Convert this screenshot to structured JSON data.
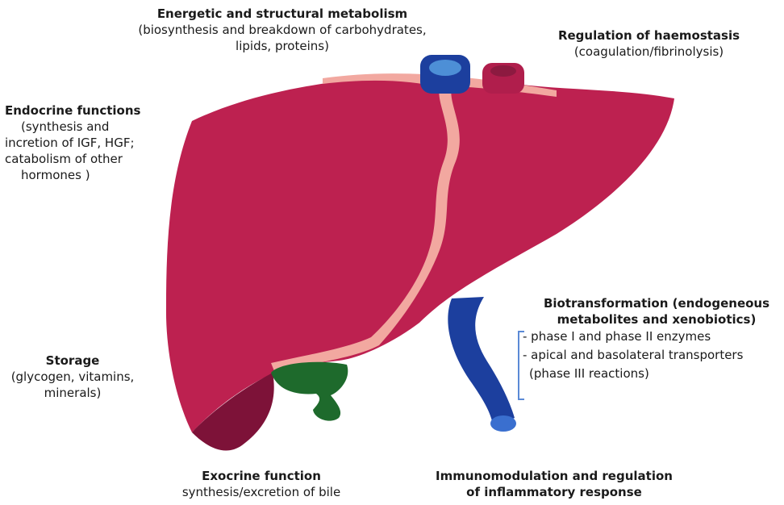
{
  "labels": {
    "energetic": {
      "title": "Energetic and structural metabolism",
      "line1": "(biosynthesis and breakdown of carbohydrates,",
      "line2": "lipids, proteins)"
    },
    "haemostasis": {
      "title": "Regulation of haemostasis",
      "line1": "(coagulation/fibrinolysis)"
    },
    "endocrine": {
      "title": "Endocrine functions",
      "line1": "(synthesis and",
      "line2": "incretion of IGF, HGF;",
      "line3": "catabolism of other",
      "line4": "hormones )"
    },
    "storage": {
      "title": "Storage",
      "line1": "(glycogen, vitamins,",
      "line2": "minerals)"
    },
    "exocrine": {
      "title": "Exocrine function",
      "line1": "synthesis/excretion  of bile"
    },
    "immuno": {
      "line1": "Immunomodulation and regulation",
      "line2": "of inflammatory response"
    },
    "biotransformation": {
      "line1": "Biotransformation (endogeneous",
      "line2": "metabolites and xenobiotics)",
      "items": [
        "- phase I and phase II enzymes",
        "- apical and basolateral transporters",
        "  (phase III reactions)"
      ]
    }
  },
  "colors": {
    "liver": "#bd2150",
    "liver_dark": "#7d1238",
    "ligament": "#f2a8a0",
    "vein": "#1c3f9e",
    "vein_light": "#4d8fd6",
    "hepatic_artery": "#b01e4c",
    "gallbladder": "#1e6a2c",
    "bracket": "#5b8ad6"
  }
}
